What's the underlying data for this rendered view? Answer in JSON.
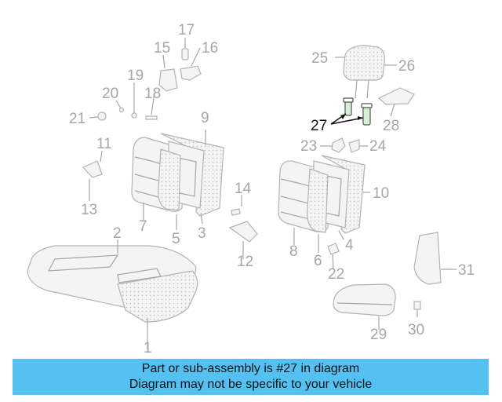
{
  "callouts": [
    "1",
    "2",
    "3",
    "4",
    "5",
    "6",
    "7",
    "8",
    "9",
    "10",
    "11",
    "12",
    "13",
    "14",
    "15",
    "16",
    "17",
    "18",
    "19",
    "20",
    "21",
    "22",
    "23",
    "24",
    "25",
    "26",
    "27",
    "28",
    "29",
    "30",
    "31"
  ],
  "highlight": "27",
  "notice": {
    "line1": "Part or sub-assembly is #27 in diagram",
    "line2": "Diagram may not be specific to your vehicle"
  },
  "colors": {
    "banner": "#55c1f3",
    "callout": "#a6a6a6",
    "highlight": "#111111"
  }
}
